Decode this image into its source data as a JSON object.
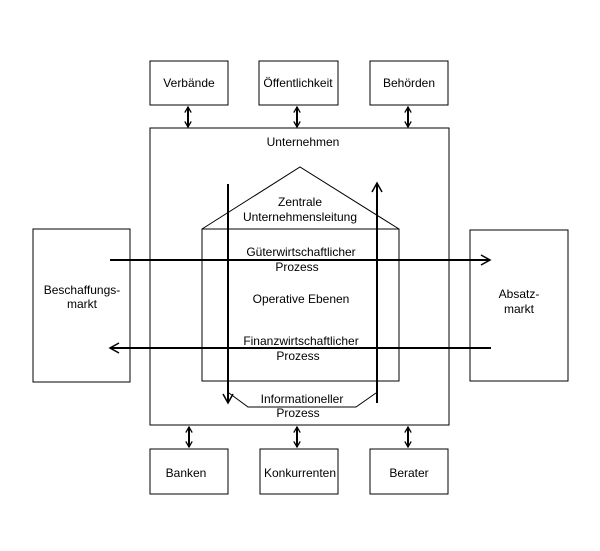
{
  "top_boxes": [
    "Verbände",
    "Öffentlichkeit",
    "Behörden"
  ],
  "bottom_boxes": [
    "Banken",
    "Konkurrenten",
    "Berater"
  ],
  "company": "Unternehmen",
  "house": {
    "roof_line1": "Zentrale",
    "roof_line2": "Unternehmensleitung",
    "operative": "Operative Ebenen"
  },
  "processes": {
    "goods_line1": "Güterwirtschaftlicher",
    "goods_line2": "Prozess",
    "finance_line1": "Finanzwirtschaftlicher",
    "finance_line2": "Prozess",
    "info_line1": "Informationeller",
    "info_line2": "Prozess"
  },
  "left_market": {
    "line1": "Beschaffungs-",
    "line2": "markt"
  },
  "right_market": {
    "line1": "Absatz-",
    "line2": "markt"
  }
}
